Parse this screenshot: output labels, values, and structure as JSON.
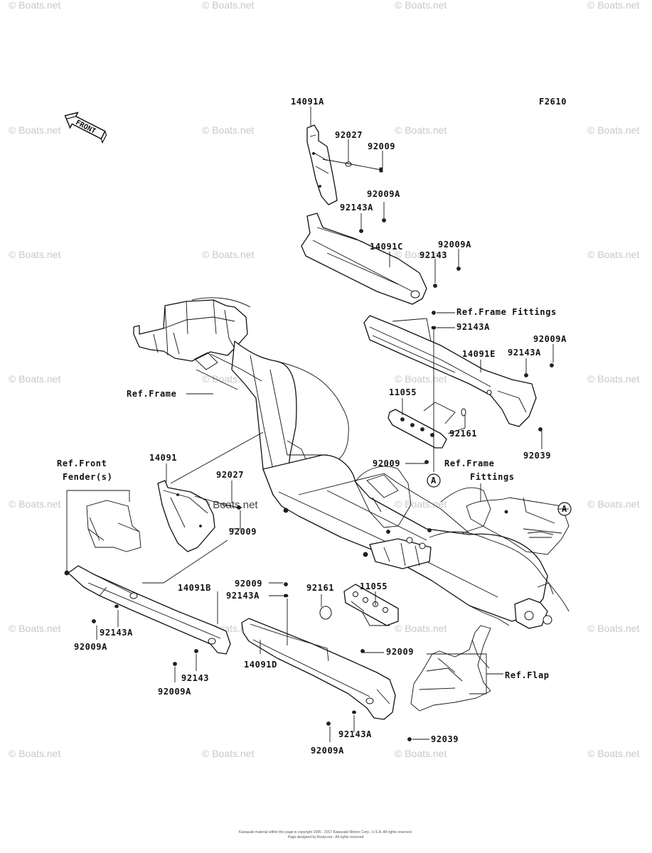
{
  "diagram_id": "F2610",
  "front_label": "FRONT",
  "watermark": "© Boats.net",
  "labels": {
    "p14091A": "14091A",
    "p92027_top": "92027",
    "p92009_top": "92009",
    "p92009A_a": "92009A",
    "p92143A_a": "92143A",
    "p14091C": "14091C",
    "p92009A_b": "92009A",
    "p92143_a": "92143",
    "ref_frame_fittings_1": "Ref.Frame Fittings",
    "p92143A_b": "92143A",
    "p92009A_c": "92009A",
    "p14091E": "14091E",
    "p92143A_c": "92143A",
    "ref_frame": "Ref.Frame",
    "p11055_a": "11055",
    "p92161_a": "92161",
    "p92039_a": "92039",
    "p92009_b": "92009",
    "ref_frame_fittings_2_l1": "Ref.Frame",
    "ref_frame_fittings_2_l2": "Fittings",
    "callout_a": "A",
    "ref_front_fender_l1": "Ref.Front",
    "ref_front_fender_l2": "Fender(s)",
    "p14091": "14091",
    "p92027_mid": "92027",
    "p92009_mid": "92009",
    "p92009_c": "92009",
    "p92143A_d": "92143A",
    "p92161_b": "92161",
    "p11055_b": "11055",
    "p14091B": "14091B",
    "p92143A_e": "92143A",
    "p92009A_d": "92009A",
    "p92143_b": "92143",
    "p92009A_e": "92009A",
    "p14091D": "14091D",
    "p92009_d": "92009",
    "ref_flap": "Ref.Flap",
    "p92143A_f": "92143A",
    "p92039_b": "92039",
    "p92009A_f": "92009A"
  },
  "footer": {
    "line1": "Kawasaki material within this page is copyright 1995 - 2017 Kawasaki Motors Corp., U.S.A. All rights reserved.",
    "line2": "Page designed by Boats.net - All rights reserved"
  }
}
